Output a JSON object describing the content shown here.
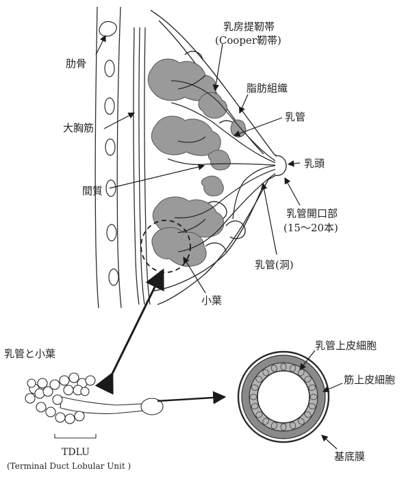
{
  "labels": {
    "rib": "肋骨",
    "suspensory_ligament": "乳房提靭帯",
    "suspensory_ligament_alt": "(Cooper靭帯)",
    "adipose_tissue": "脂肪組織",
    "pectoralis_major": "大胸筋",
    "duct": "乳管",
    "nipple": "乳頭",
    "stroma": "間質",
    "duct_opening": "乳管開口部",
    "duct_opening_count": "(15〜20本)",
    "duct_sinus": "乳管(洞)",
    "lobule": "小葉",
    "duct_and_lobule": "乳管と小葉",
    "tdlu": "TDLU",
    "tdlu_full": "(Terminal Duct Lobular Unit )",
    "luminal_epithelial_cell": "乳管上皮細胞",
    "myoepithelial_cell": "筋上皮細胞",
    "basement_membrane": "基底膜"
  },
  "colors": {
    "line": "#2a2a2a",
    "gland_fill": "#9a9a9a",
    "gland_dark": "#6e6e6e",
    "background": "#ffffff"
  }
}
